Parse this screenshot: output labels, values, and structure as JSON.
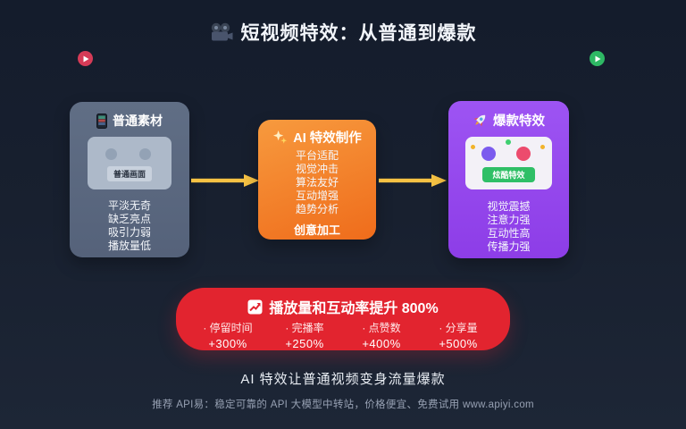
{
  "page": {
    "title": "短视频特效：从普通到爆款",
    "slogan": "AI 特效让普通视频变身流量爆款",
    "footer": "推荐 API易：稳定可靠的 API 大模型中转站，价格便宜、免费试用 www.apiyi.com"
  },
  "flow": {
    "source_card": {
      "title": "普通素材",
      "icon": "phone-icon",
      "thumbnail_label": "普通画面",
      "traits": [
        "平淡无奇",
        "缺乏亮点",
        "吸引力弱",
        "播放量低"
      ]
    },
    "process_card": {
      "title": "AI 特效制作",
      "icon": "sparkles-icon",
      "steps": [
        "平台适配",
        "视觉冲击",
        "算法友好",
        "互动增强",
        "趋势分析"
      ],
      "highlight": "创意加工"
    },
    "result_card": {
      "title": "爆款特效",
      "icon": "rocket-icon",
      "preview_button_label": "炫酷特效",
      "traits": [
        "视觉震撼",
        "注意力强",
        "互动性高",
        "传播力强"
      ]
    }
  },
  "metrics_banner": {
    "icon": "chart-up-icon",
    "bullet": "·",
    "title": "播放量和互动率提升 800%",
    "stats": [
      {
        "label": "停留时间",
        "value": "+300%"
      },
      {
        "label": "完播率",
        "value": "+250%"
      },
      {
        "label": "点赞数",
        "value": "+400%"
      },
      {
        "label": "分享量",
        "value": "+500%"
      }
    ]
  },
  "colors": {
    "background": "#18202f",
    "source_card": "#5c6a80",
    "process_card_start": "#f79a3e",
    "process_card_end": "#ef6c1b",
    "result_card_start": "#9d54f3",
    "result_card_end": "#8d3de7",
    "arrow": "#f6c244",
    "banner": "#e2242f",
    "play_red": "#d63b57",
    "play_green": "#2eb864",
    "preview_button_green": "#2fbf66"
  }
}
